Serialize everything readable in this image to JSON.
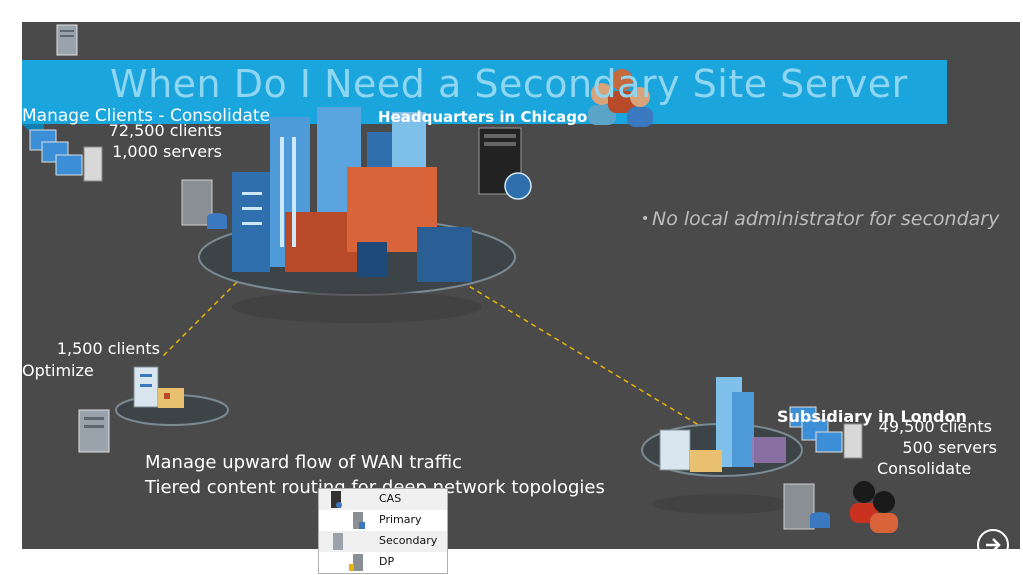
{
  "title": "When Do I Need a Secondary Site Server",
  "headquarters": {
    "heading": "Manage Clients - Consolidate",
    "label": "Headquarters in Chicago",
    "clients": "72,500 clients",
    "servers": "1,000 servers"
  },
  "bullet": {
    "symbol": "•",
    "text": "No local administrator for secondary"
  },
  "branch": {
    "clients": "1,500 clients",
    "action": "Optimize",
    "reasons": [
      "Manage upward flow of WAN traffic",
      "Tiered content routing for deep network topologies"
    ]
  },
  "subsidiary": {
    "label": "Subsidiary in London",
    "clients": "49,500 clients",
    "servers": "500 servers",
    "action": "Consolidate"
  },
  "legend": {
    "items": [
      {
        "label": "CAS",
        "icon": "cas-server-icon"
      },
      {
        "label": "Primary",
        "icon": "primary-server-icon"
      },
      {
        "label": "Secondary",
        "icon": "secondary-server-icon"
      },
      {
        "label": "DP",
        "icon": "dp-server-icon"
      }
    ]
  },
  "colors": {
    "slide_background": "#4a4a4a",
    "banner": "#1aa5dc",
    "title_text": "#8fd6f2",
    "wan_link": "#e8b400",
    "bullet_text": "#bcbcbc"
  },
  "icons": {
    "next": "circle-arrow-right-icon",
    "users": "users-icon",
    "city": "city-buildings-icon"
  }
}
